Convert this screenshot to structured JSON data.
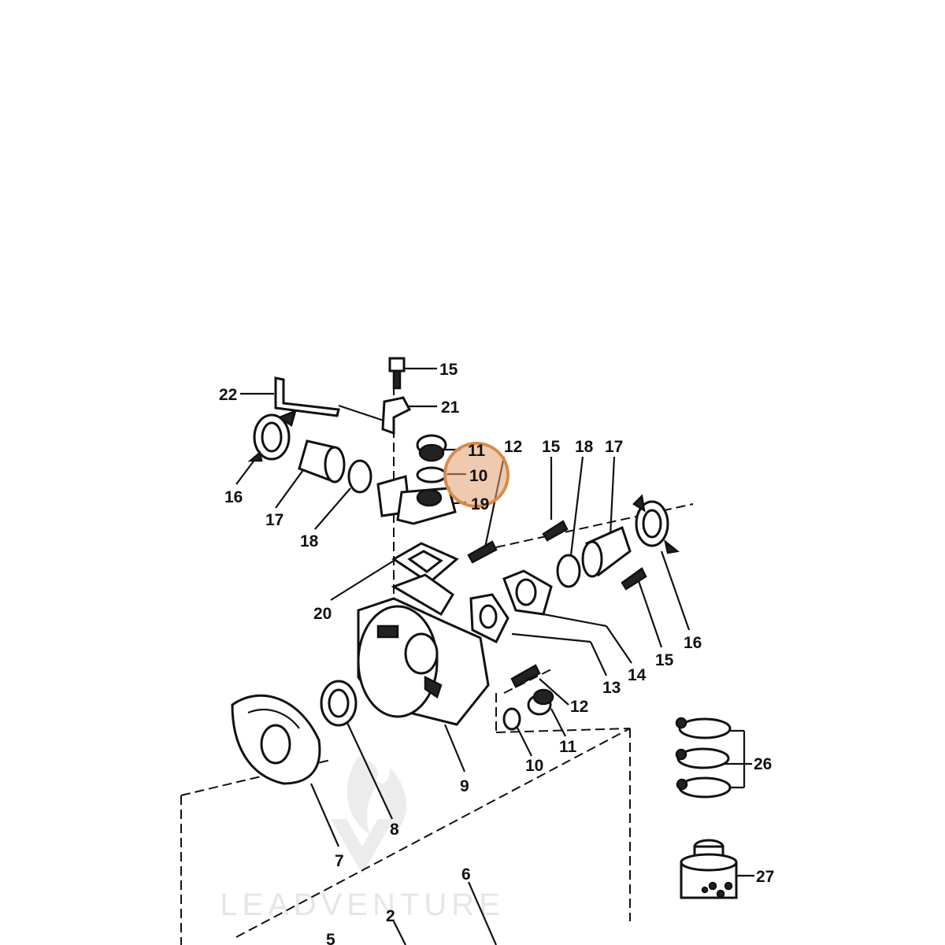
{
  "callouts": [
    {
      "id": "c15a",
      "text": "15"
    },
    {
      "id": "c21",
      "text": "21"
    },
    {
      "id": "c22",
      "text": "22"
    },
    {
      "id": "c11a",
      "text": "11"
    },
    {
      "id": "c10a",
      "text": "10"
    },
    {
      "id": "c12a",
      "text": "12"
    },
    {
      "id": "c15b",
      "text": "15"
    },
    {
      "id": "c18a",
      "text": "18"
    },
    {
      "id": "c17a",
      "text": "17"
    },
    {
      "id": "c19",
      "text": "19"
    },
    {
      "id": "c16a",
      "text": "16"
    },
    {
      "id": "c17b",
      "text": "17"
    },
    {
      "id": "c18b",
      "text": "18"
    },
    {
      "id": "c20",
      "text": "20"
    },
    {
      "id": "c16b",
      "text": "16"
    },
    {
      "id": "c15c",
      "text": "15"
    },
    {
      "id": "c14",
      "text": "14"
    },
    {
      "id": "c13",
      "text": "13"
    },
    {
      "id": "c12b",
      "text": "12"
    },
    {
      "id": "c11b",
      "text": "11"
    },
    {
      "id": "c10b",
      "text": "10"
    },
    {
      "id": "c9",
      "text": "9"
    },
    {
      "id": "c8",
      "text": "8"
    },
    {
      "id": "c7",
      "text": "7"
    },
    {
      "id": "c26",
      "text": "26"
    },
    {
      "id": "c27",
      "text": "27"
    },
    {
      "id": "c6",
      "text": "6"
    },
    {
      "id": "c2",
      "text": "2"
    },
    {
      "id": "c5",
      "text": "5"
    }
  ],
  "highlight": {
    "part": "10",
    "color": "#e0a070"
  },
  "watermark": {
    "text": "LEADVENTURE"
  }
}
